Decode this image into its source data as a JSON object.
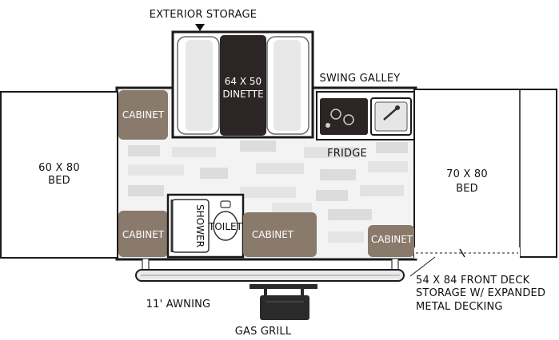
{
  "labels": {
    "exterior_storage": "EXTERIOR STORAGE",
    "dinette_l1": "64 X 50",
    "dinette_l2": "DINETTE",
    "swing_galley": "SWING GALLEY",
    "cabinet_top": "CABINET",
    "fridge": "FRIDGE",
    "left_bed_l1": "60 X 80",
    "left_bed_l2": "BED",
    "right_bed_l1": "70 X 80",
    "right_bed_l2": "BED",
    "cabinet_bl": "CABINET",
    "shower": "SHOWER",
    "toilet": "TOILET",
    "cabinet_bc": "CABINET",
    "cabinet_br": "CABINET",
    "front_deck_l1": "54 X 84 FRONT DECK",
    "front_deck_l2": "STORAGE W/ EXPANDED",
    "front_deck_l3": "METAL DECKING",
    "awning": "11' AWNING",
    "gas_grill": "GAS GRILL"
  },
  "colors": {
    "cabinet": "#8a7a6c",
    "dinette_table": "#2b2625",
    "floor_light": "#f3f3f3",
    "floor_dark": "#dcdcdc",
    "outline": "#1a1a1a",
    "grill": "#2a2a2a"
  }
}
